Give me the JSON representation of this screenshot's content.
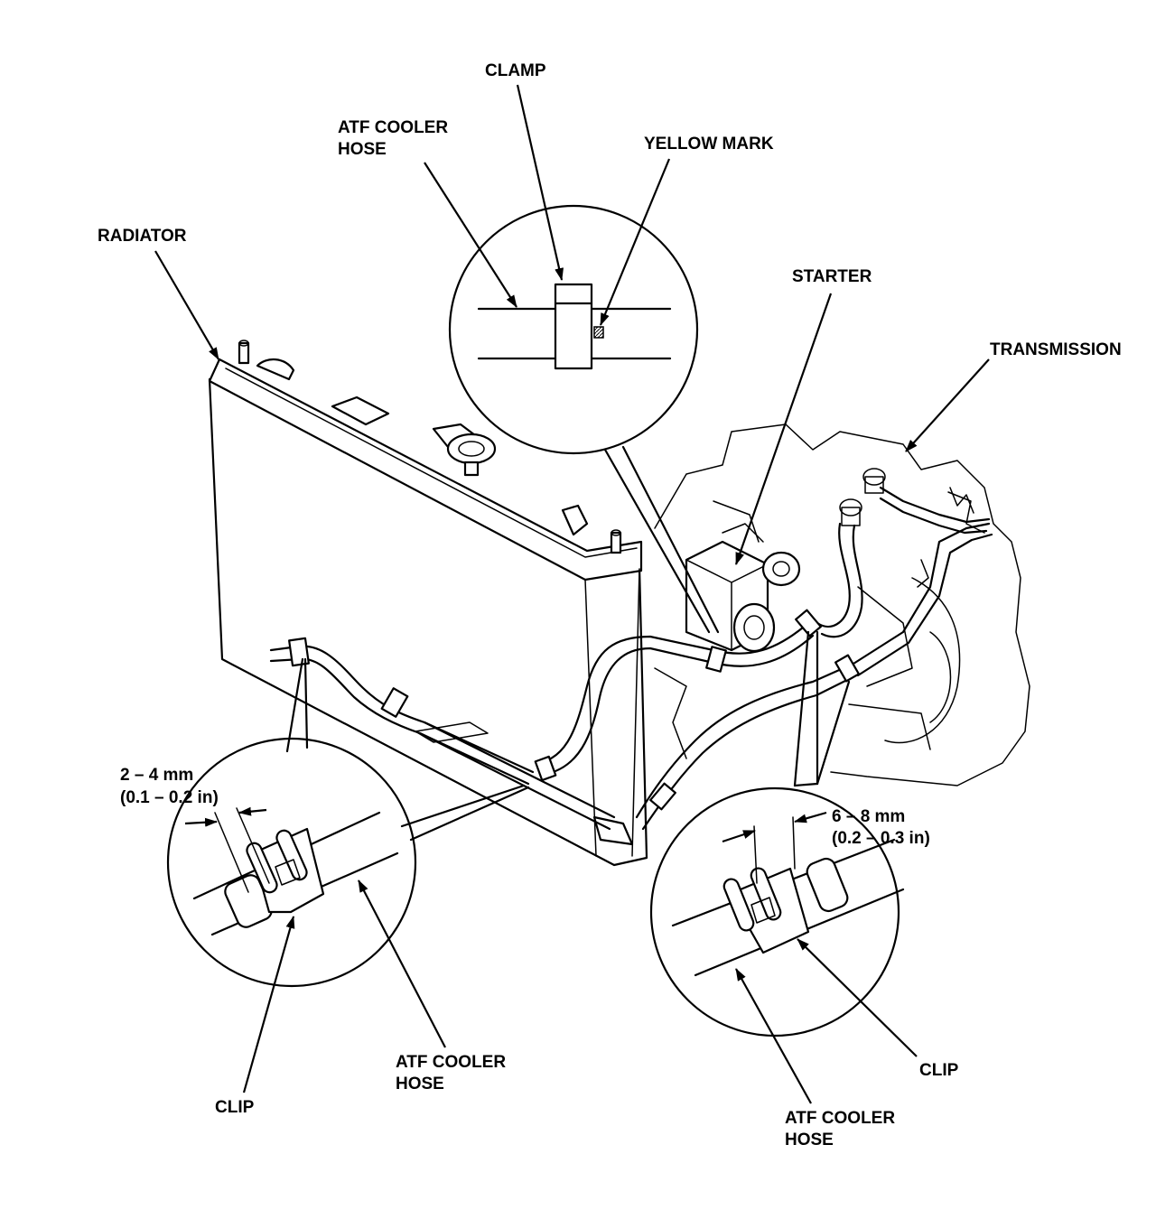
{
  "labels": {
    "clamp": "CLAMP",
    "atf_hose_top_1": "ATF COOLER",
    "atf_hose_top_2": "HOSE",
    "yellow_mark": "YELLOW MARK",
    "radiator": "RADIATOR",
    "starter": "STARTER",
    "transmission": "TRANSMISSION",
    "dim_left_1": "2 – 4 mm",
    "dim_left_2": "(0.1 – 0.2 in)",
    "dim_right_1": "6 – 8 mm",
    "dim_right_2": "(0.2 – 0.3 in)",
    "clip_left": "CLIP",
    "atf_hose_left_1": "ATF COOLER",
    "atf_hose_left_2": "HOSE",
    "clip_right": "CLIP",
    "atf_hose_right_1": "ATF COOLER",
    "atf_hose_right_2": "HOSE"
  }
}
